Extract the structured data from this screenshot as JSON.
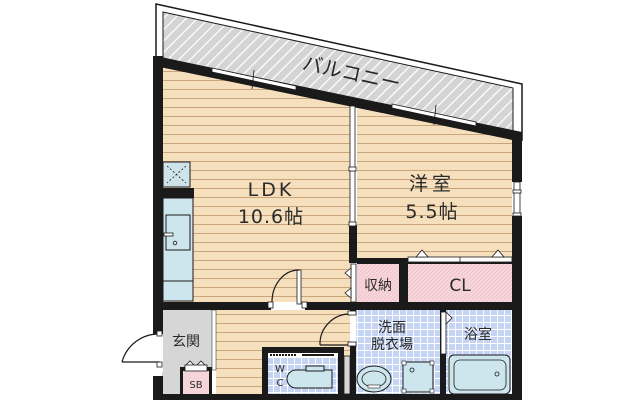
{
  "floorplan": {
    "balcony": {
      "label": "バルコニー"
    },
    "rooms": {
      "ldk": {
        "name": "LDK",
        "size": "10.6帖"
      },
      "western": {
        "name": "洋室",
        "size": "5.5帖"
      },
      "storage": {
        "name": "収納"
      },
      "closet": {
        "name": "CL"
      },
      "entrance": {
        "name": "玄関"
      },
      "shoe_box": {
        "name": "SB"
      },
      "washroom": {
        "name_line1": "洗面",
        "name_line2": "脱衣場"
      },
      "bathroom": {
        "name": "浴室"
      },
      "toilet": {
        "name_line1": "W",
        "name_line2": "C"
      }
    },
    "colors": {
      "wall": "#1a1a1a",
      "floor_wood": "#f6dfbd",
      "floor_line": "#c7a47a",
      "balcony": "#d3d3d3",
      "storage_pink": "#f6d5da",
      "tile_blue": "#c9d6f2",
      "entrance_gray": "#d6d6d6",
      "fixture_blue": "#cde6ee"
    }
  }
}
